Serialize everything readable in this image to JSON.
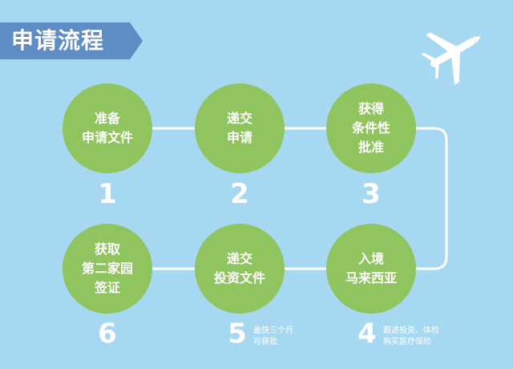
{
  "title": "申请流程",
  "steps": [
    {
      "number": "1",
      "line1": "准备",
      "line2": "申请文件",
      "line3": ""
    },
    {
      "number": "2",
      "line1": "递交",
      "line2": "申请",
      "line3": ""
    },
    {
      "number": "3",
      "line1": "获得",
      "line2": "条件性",
      "line3": "批准"
    },
    {
      "number": "4",
      "line1": "入境",
      "line2": "马来西亚",
      "line3": "",
      "note1": "跟进投资、体检",
      "note2": "购买医疗保险"
    },
    {
      "number": "5",
      "line1": "递交",
      "line2": "投资文件",
      "line3": "",
      "note1": "最快三个月",
      "note2": "可获批"
    },
    {
      "number": "6",
      "line1": "获取",
      "line2": "第二家园",
      "line3": "签证"
    }
  ],
  "icons": {
    "decoration": "airplane-icon"
  },
  "colors": {
    "background": "#a7d8f2",
    "banner": "#5e8cc5",
    "circle": "#8fc45e",
    "text": "#ffffff"
  }
}
